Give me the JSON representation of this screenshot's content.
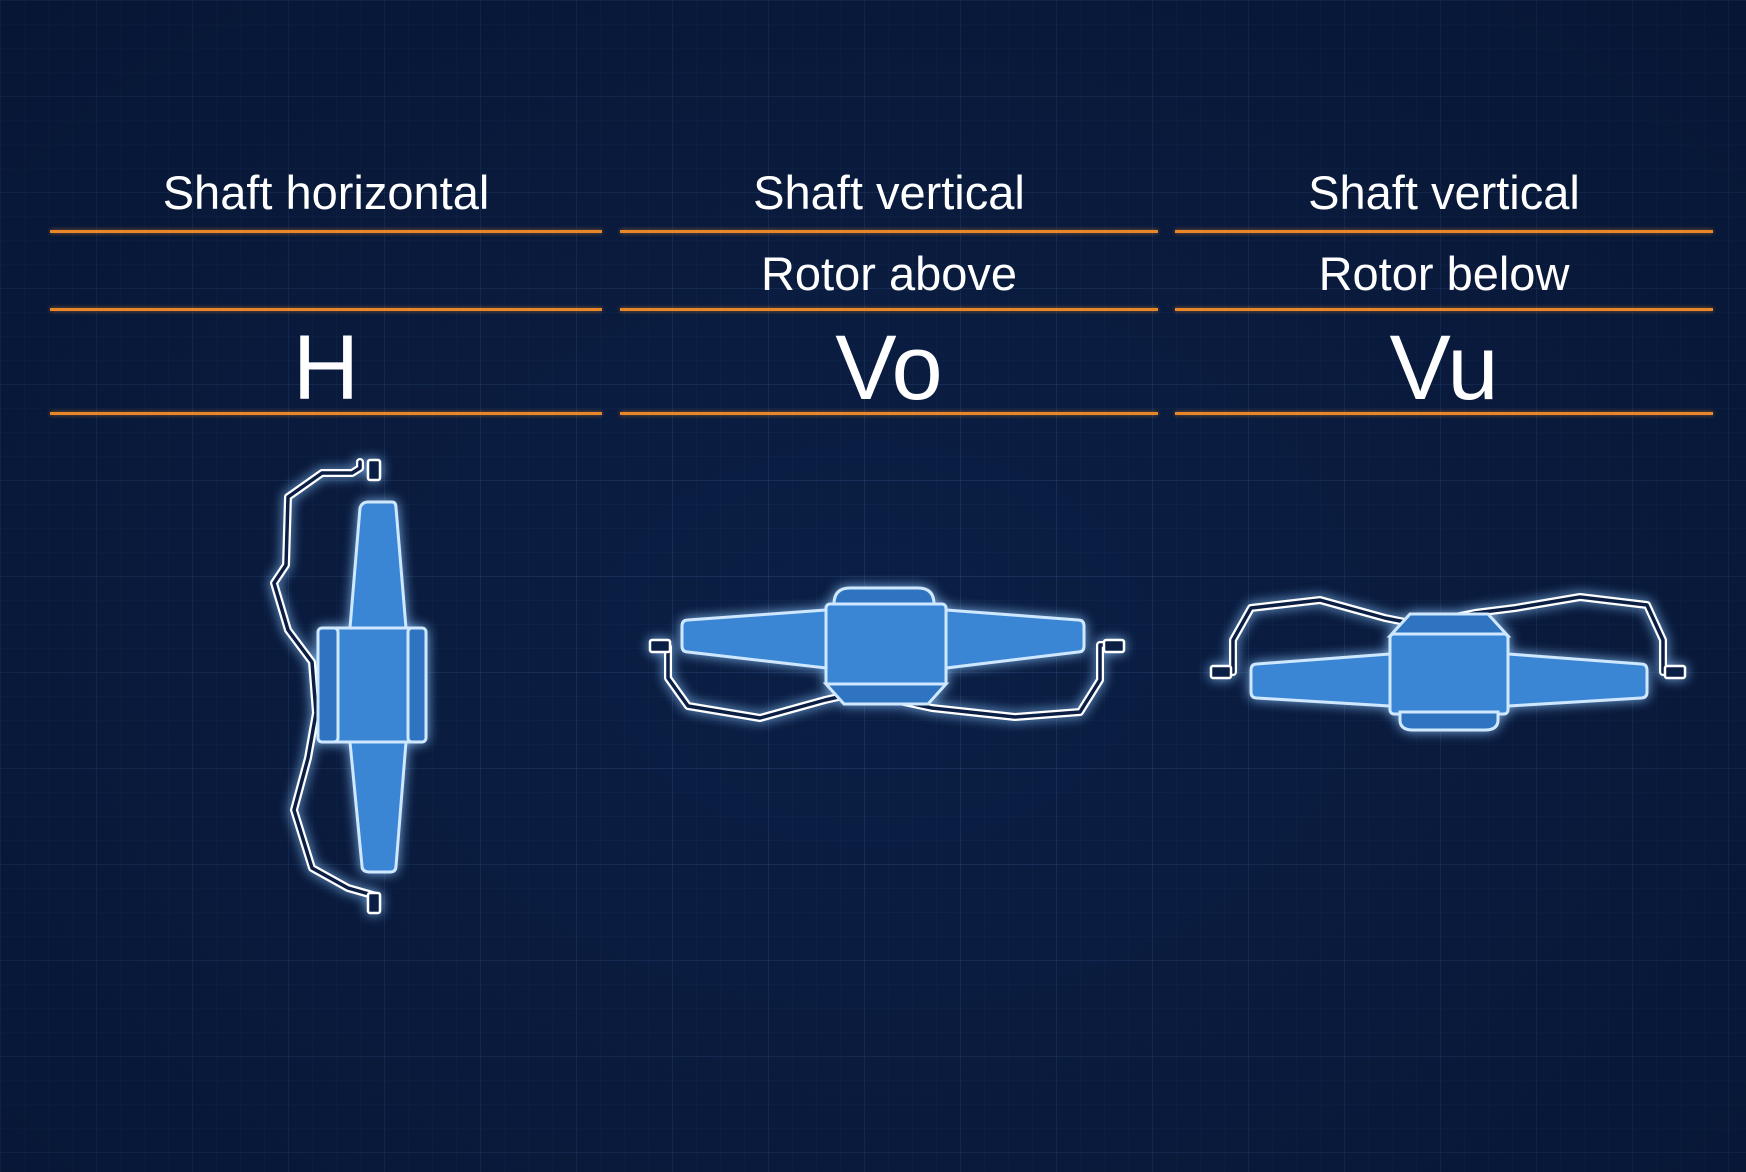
{
  "columns": [
    {
      "orientation": "Shaft horizontal",
      "rotor_position": "",
      "code": "H"
    },
    {
      "orientation": "Shaft vertical",
      "rotor_position": "Rotor above",
      "code": "Vo"
    },
    {
      "orientation": "Shaft vertical",
      "rotor_position": "Rotor below",
      "code": "Vu"
    }
  ],
  "colors": {
    "background": "#0b1f45",
    "grid": "#466eaa",
    "rule": "#e8872a",
    "fan_fill": "#3a86d4",
    "fan_outline": "#cfe8ff",
    "bracket": "#ffffff",
    "text": "#ffffff"
  }
}
